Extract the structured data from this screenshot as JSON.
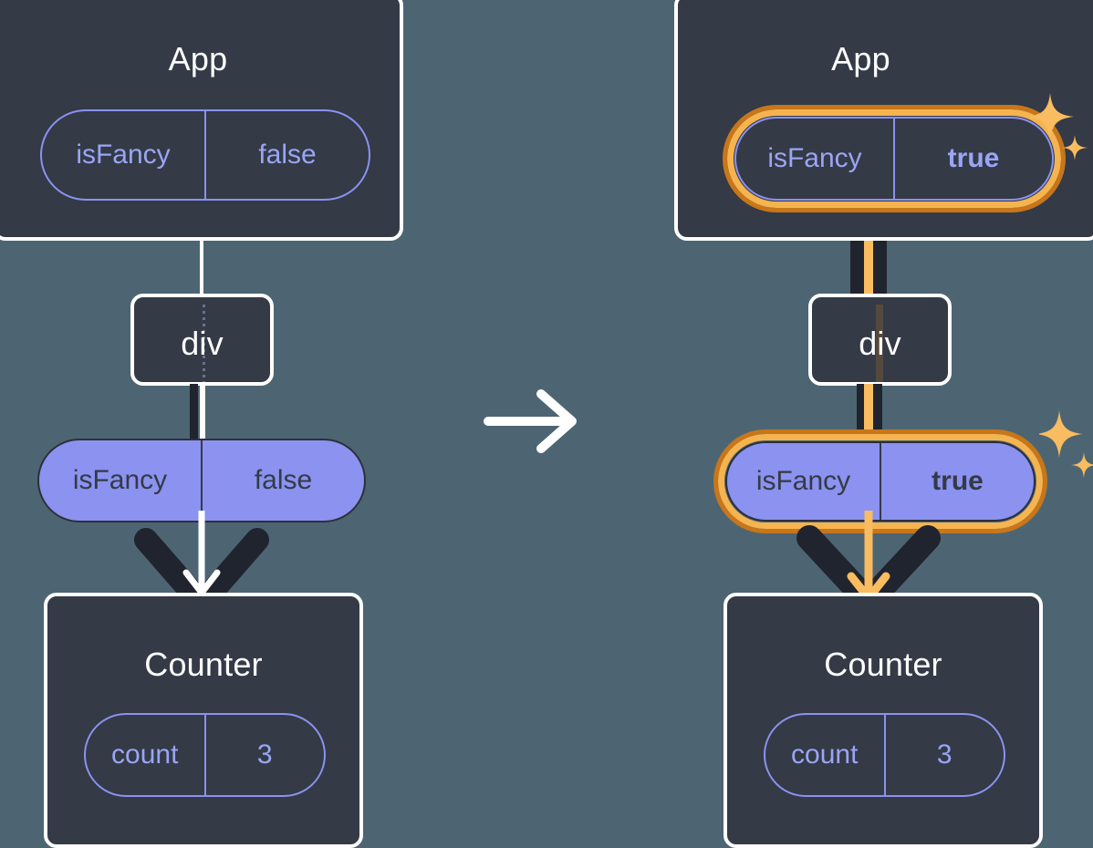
{
  "diagram": {
    "title": "React state propagation before and after isFancy toggle",
    "background_color": "#4d6572",
    "box_fill": "#343a46",
    "box_border": "#ffffff",
    "pill_purple": "#8b92f0",
    "pill_text_light": "#9aa5f5",
    "highlight_outer": "#c8761a",
    "highlight_inner": "#f5b450",
    "sparkle_color": "#f9bc60",
    "arrow_dark": "#20242e",
    "arrow_white": "#ffffff",
    "arrow_orange": "#f9bc60"
  },
  "transition": {
    "icon": "arrow-right-icon",
    "color": "#ffffff"
  },
  "panels": [
    {
      "id": "before",
      "app": {
        "title": "App",
        "state": {
          "key": "isFancy",
          "value": "false",
          "highlighted": false,
          "style": "outline",
          "bold_value": false
        }
      },
      "div": {
        "title": "div"
      },
      "prop": {
        "key": "isFancy",
        "value": "false",
        "highlighted": false,
        "style": "filled",
        "bold_value": false
      },
      "counter": {
        "title": "Counter",
        "state": {
          "key": "count",
          "value": "3",
          "highlighted": false,
          "style": "outline",
          "bold_value": false
        }
      }
    },
    {
      "id": "after",
      "app": {
        "title": "App",
        "state": {
          "key": "isFancy",
          "value": "true",
          "highlighted": true,
          "style": "outline",
          "bold_value": true
        }
      },
      "div": {
        "title": "div"
      },
      "prop": {
        "key": "isFancy",
        "value": "true",
        "highlighted": true,
        "style": "filled",
        "bold_value": true
      },
      "counter": {
        "title": "Counter",
        "state": {
          "key": "count",
          "value": "3",
          "highlighted": false,
          "style": "outline",
          "bold_value": false
        }
      }
    }
  ]
}
